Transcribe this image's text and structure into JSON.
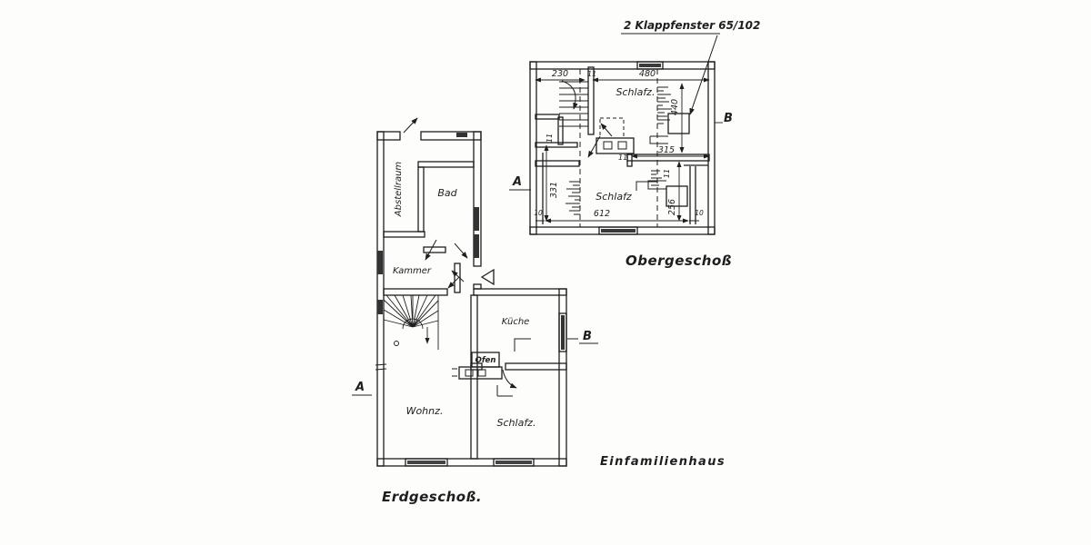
{
  "colors": {
    "paper": "#fdfdfc",
    "ink": "#1e1e1e"
  },
  "titles": {
    "building": "Einfamilienhaus",
    "ground_floor": "Erdgeschoß.",
    "upper_floor": "Obergeschoß"
  },
  "annotation": {
    "window_note": "2 Klappfenster 65/102"
  },
  "eg": {
    "rooms": {
      "abstellraum": "Abstellraum",
      "bad": "Bad",
      "kammer": "Kammer",
      "kueche": "Küche",
      "ofen": "Ofen",
      "wohnzimmer": "Wohnz.",
      "schlafzimmer": "Schlafz."
    },
    "markers": {
      "a": "A",
      "b": "B"
    }
  },
  "og": {
    "rooms": {
      "schlafz_upper": "Schlafz.",
      "schlafz_lower": "Schlafz"
    },
    "markers": {
      "a": "A",
      "b": "B"
    },
    "dims": {
      "top_left": "230",
      "top_joint": "11",
      "top_right": "480",
      "right_depth": "440",
      "mid_width": "315",
      "mid_joint": "11",
      "left_joint": "11",
      "left_depth": "331",
      "bottom_width": "612",
      "bottom_left_offset": "10",
      "bottom_right_offset": "10",
      "right_lower_depth": "256",
      "right_lower_joint": "11"
    }
  }
}
